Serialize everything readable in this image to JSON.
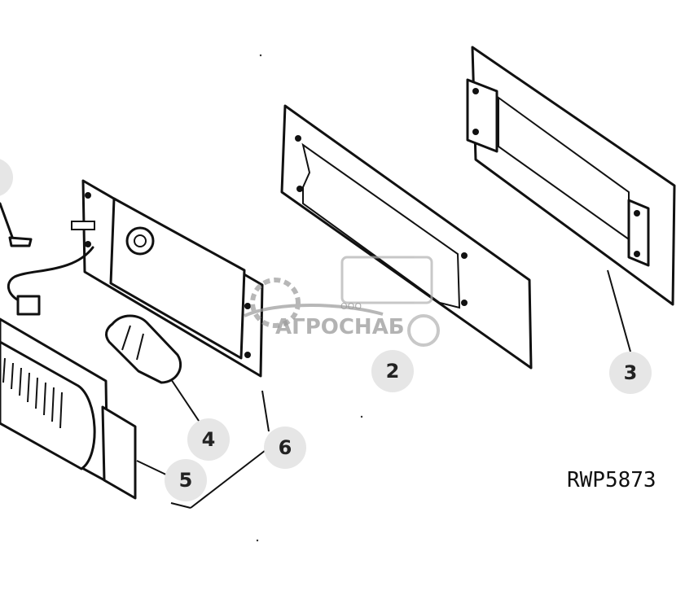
{
  "drawing_code": "RWP5873",
  "watermark": {
    "company_prefix": "ООО",
    "company_name": "АГРОСНАБ"
  },
  "callouts": [
    {
      "id": "2",
      "label": "2"
    },
    {
      "id": "3",
      "label": "3"
    },
    {
      "id": "4",
      "label": "4"
    },
    {
      "id": "5",
      "label": "5"
    },
    {
      "id": "6",
      "label": "6"
    }
  ]
}
